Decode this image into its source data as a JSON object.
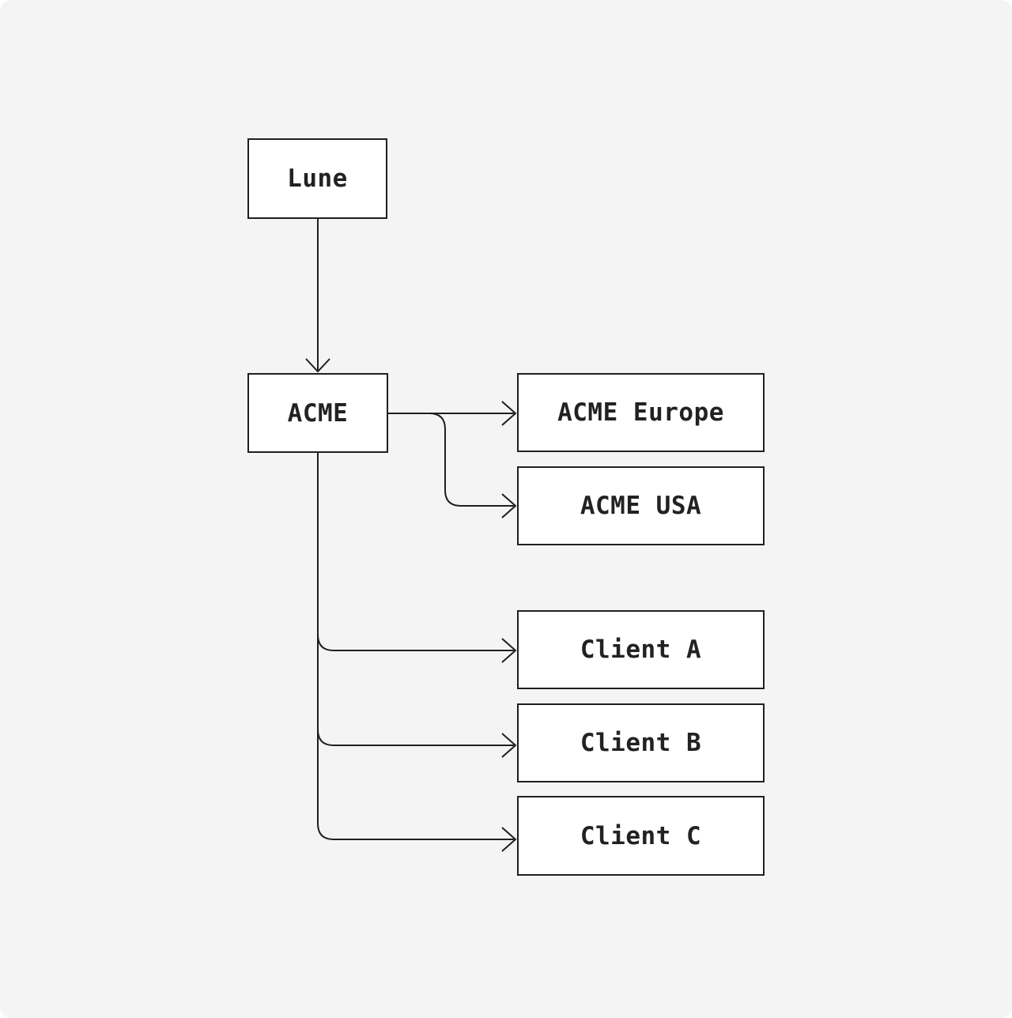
{
  "diagram": {
    "type": "org-chart",
    "nodes": [
      {
        "id": "lune",
        "label": "Lune"
      },
      {
        "id": "acme",
        "label": "ACME"
      },
      {
        "id": "acme-europe",
        "label": "ACME Europe"
      },
      {
        "id": "acme-usa",
        "label": "ACME USA"
      },
      {
        "id": "client-a",
        "label": "Client A"
      },
      {
        "id": "client-b",
        "label": "Client B"
      },
      {
        "id": "client-c",
        "label": "Client C"
      }
    ],
    "edges": [
      {
        "from": "Lune",
        "to": "ACME"
      },
      {
        "from": "ACME",
        "to": "ACME Europe"
      },
      {
        "from": "ACME",
        "to": "ACME USA"
      },
      {
        "from": "ACME",
        "to": "Client A"
      },
      {
        "from": "ACME",
        "to": "Client B"
      },
      {
        "from": "ACME",
        "to": "Client C"
      }
    ],
    "colors": {
      "background": "#f4f4f5",
      "node_fill": "#ffffff",
      "stroke": "#1f1f1f",
      "text": "#222222"
    }
  }
}
